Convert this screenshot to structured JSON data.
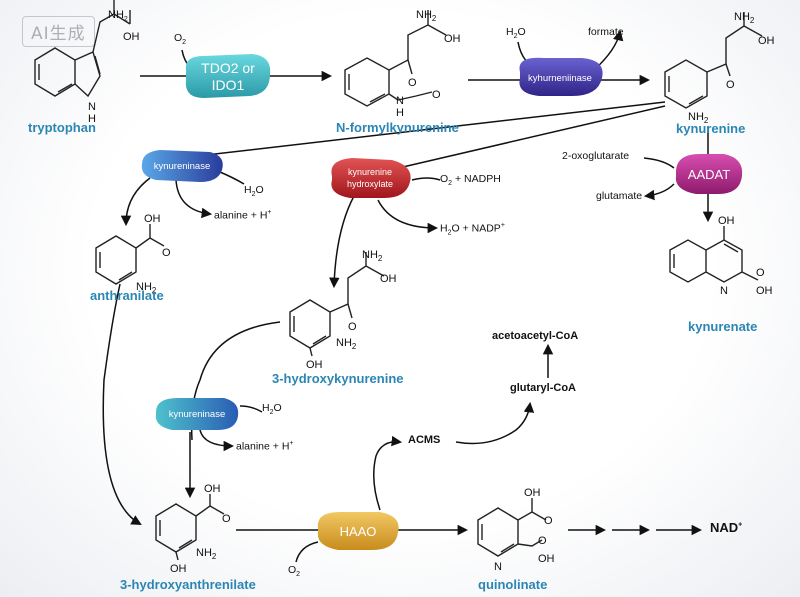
{
  "watermark": "AI生成",
  "compounds": {
    "tryptophan": "tryptophan",
    "n_formylkynurenine": "N-formylkynurenine",
    "kynurenine": "kynurenine",
    "anthranilate": "anthranilate",
    "hydroxykynurenine": "3-hydroxykynurenine",
    "kynurenate": "kynurenate",
    "hydroxyanthranilate": "3-hydroxyanthrenilate",
    "quinolinate": "quinolinate",
    "nad": "NAD",
    "acms": "ACMS",
    "glutaryl_coa": "glutaryl-CoA",
    "acetoacetyl_coa": "acetoacetyl-CoA"
  },
  "enzymes": {
    "tdo_line1": "TDO2 or",
    "tdo_line2": "IDO1",
    "kynurenilase_top": "kyhurneniinase",
    "kynureninase_1": "kynureninase",
    "khyd_line1": "kynurenine",
    "khyd_line2": "hydroxylate",
    "aadat": "AADAT",
    "kynureninase_2": "kynureninase",
    "haao": "HAAO"
  },
  "cofactors": {
    "o2_top": "O",
    "o2_top_sub": "2",
    "h2o_top_a": "H",
    "h2o_top_sub": "2",
    "h2o_top_b": "O",
    "formate": "formate",
    "h2o_1a": "H",
    "h2o_1_sub": "2",
    "h2o_1b": "O",
    "alanine_1": "alanine + H",
    "alanine_1_sup": "+",
    "o2_nadph_a": "O",
    "o2_nadph_sub": "2",
    "o2_nadph_b": " + NADPH",
    "h2o_nadp_a": "H",
    "h2o_nadp_sub": "2",
    "h2o_nadp_b": "O + NADP",
    "h2o_nadp_sup": "+",
    "oxoglutarate": "2-oxoglutarate",
    "glutamate": "glutamate",
    "h2o_2a": "H",
    "h2o_2_sub": "2",
    "h2o_2b": "O",
    "alanine_2": "alanine + H",
    "alanine_2_sup": "+",
    "o2_bottom": "O",
    "o2_bottom_sub": "2",
    "nad_sup": "+"
  },
  "atoms": {
    "nh2": "NH",
    "nh2_sub": "2",
    "oh": "OH",
    "o": "O",
    "h": "H",
    "n": "N"
  },
  "colors": {
    "compound_label": "#2b86b4",
    "tdo": "#3bb8c2",
    "kynurenilase_top": "#4b3aa8",
    "kynureninase": "#3a74c4",
    "khyd": "#c3262c",
    "aadat": "#b4268a",
    "haao": "#e0a83a"
  }
}
